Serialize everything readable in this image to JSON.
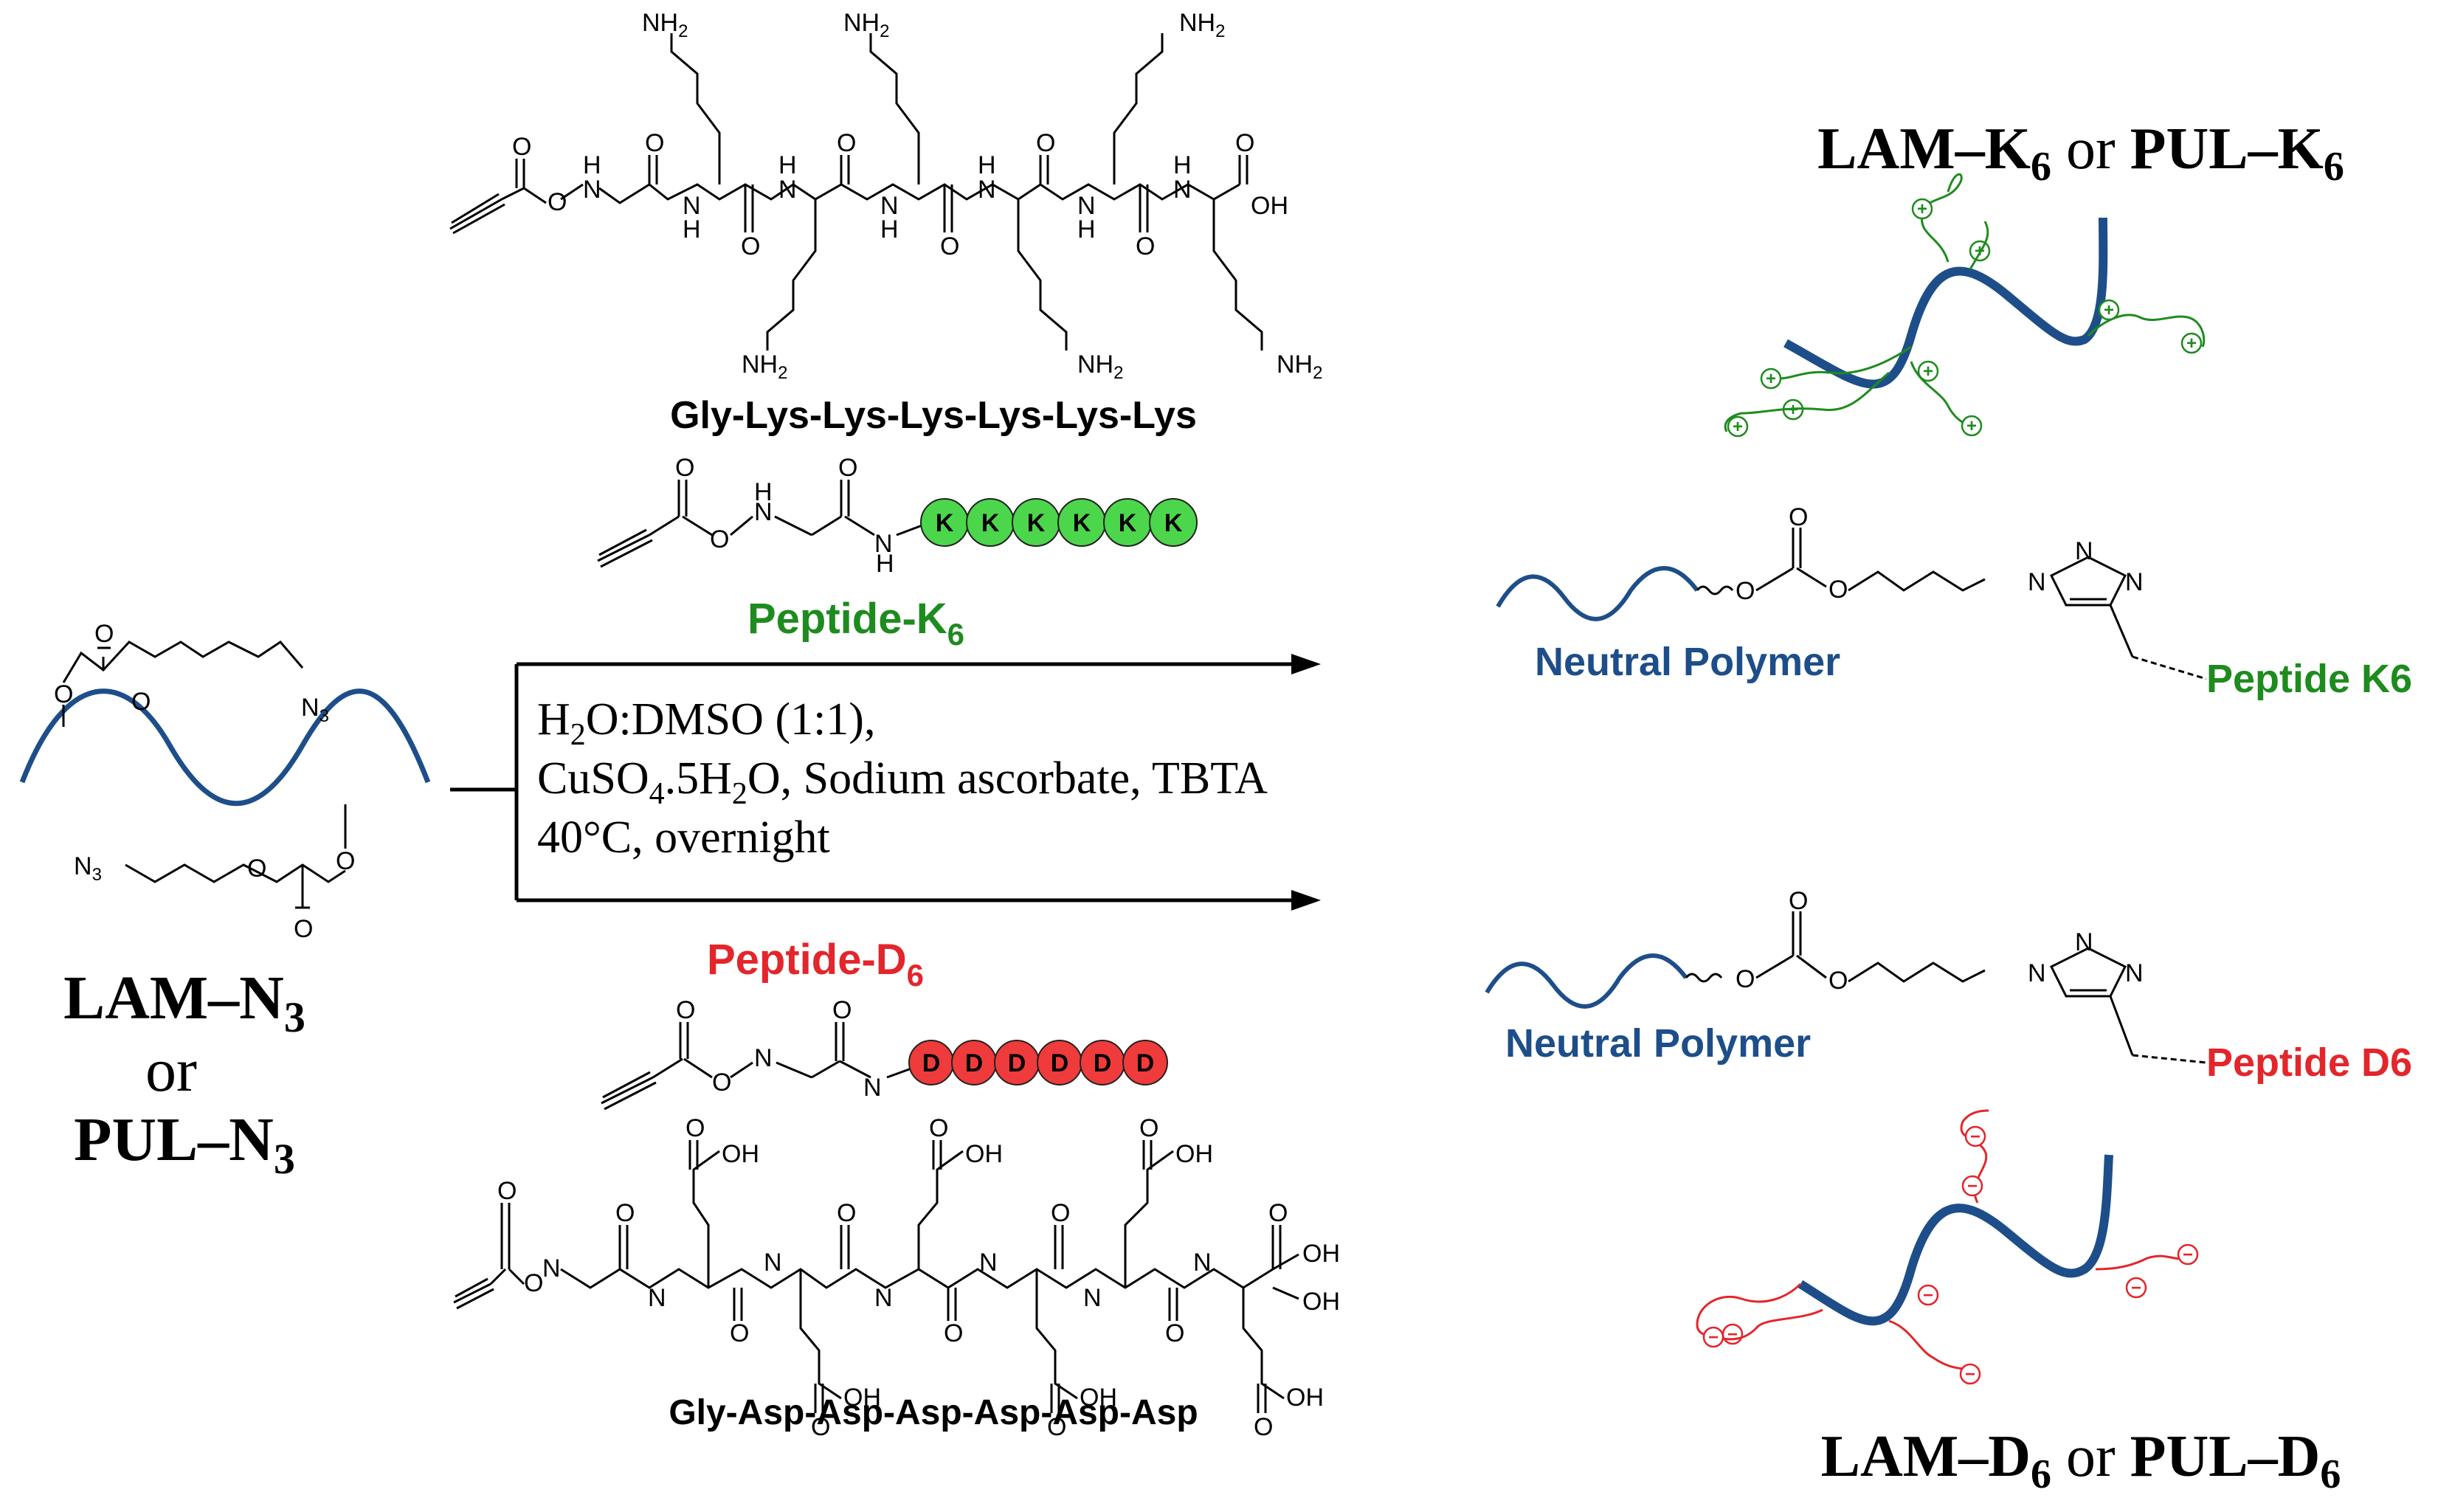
{
  "colors": {
    "polymer_blue": "#1d4e89",
    "k6_green": "#1e8b1e",
    "k6_bead": "#4cd64c",
    "d6_red": "#e3262b",
    "d6_bead": "#ef3b3b",
    "black": "#000000"
  },
  "start": {
    "line1": "LAM–N",
    "line1_sub": "3",
    "or": "or",
    "line2": "PUL–N",
    "line2_sub": "3"
  },
  "conditions": {
    "line1": "H",
    "line1_sub": "2",
    "line1_rest": "O:DMSO (1:1),",
    "line2a": "CuSO",
    "line2_sub1": "4",
    "line2b": ".5H",
    "line2_sub2": "2",
    "line2c": "O, Sodium ascorbate, TBTA",
    "line3": "40°C, overnight"
  },
  "peptide_k": {
    "sequence": "Gly-Lys-Lys-Lys-Lys-Lys-Lys",
    "label": "Peptide-K",
    "label_sub": "6",
    "bead_letter": "K",
    "bead_count": 6
  },
  "peptide_d": {
    "sequence": "Gly-Asp-Asp-Asp-Asp-Asp-Asp",
    "label": "Peptide-D",
    "label_sub": "6",
    "bead_letter": "D",
    "bead_count": 6
  },
  "product_k": {
    "title": "LAM–K",
    "title_sub": "6",
    "or": "or",
    "title2": "PUL–K",
    "title2_sub": "6",
    "polymer_label": "Neutral Polymer",
    "peptide_label": "Peptide K6",
    "charge_symbol": "+"
  },
  "product_d": {
    "title": "LAM–D",
    "title_sub": "6",
    "or": "or",
    "title2": "PUL–D",
    "title2_sub": "6",
    "polymer_label": "Neutral Polymer",
    "peptide_label": "Peptide D6",
    "charge_symbol": "−"
  },
  "atoms": {
    "nh2": "NH",
    "nh2_sub": "2",
    "n3": "N",
    "n3_sub": "3",
    "o": "O",
    "n": "N",
    "h": "H",
    "oh": "OH"
  }
}
